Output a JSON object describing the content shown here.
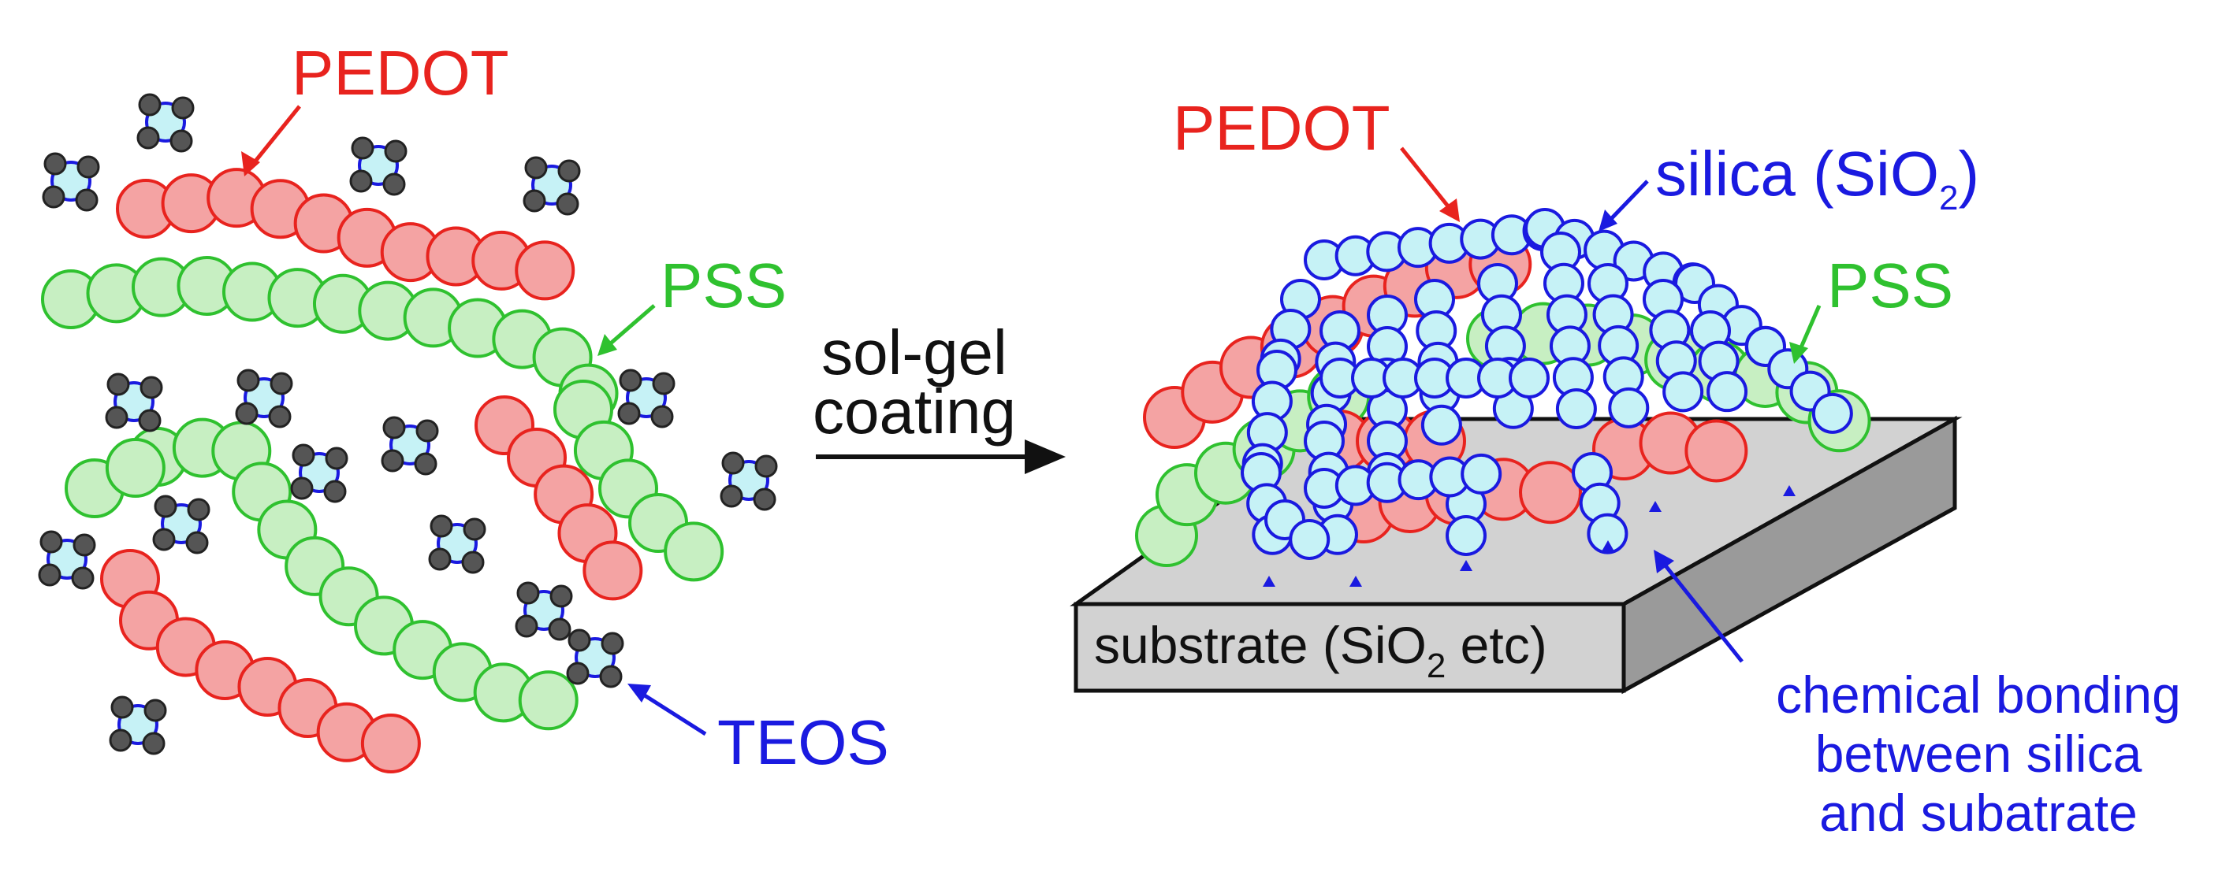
{
  "colors": {
    "pedot": "#e8231e",
    "pedot_fill": "#f4a3a3",
    "pss": "#2fc12f",
    "pss_fill": "#c7efc2",
    "silica": "#1a1ae0",
    "silica_fill": "#c6f2f6",
    "teos_dot": "#555555",
    "text_black": "#111111",
    "substrate_top": "#d2d2d2",
    "substrate_side": "#9a9a9a"
  },
  "left": {
    "pedot_label": "PEDOT",
    "pss_label": "PSS",
    "teos_label": "TEOS"
  },
  "arrow": {
    "line1": "sol-gel",
    "line2": "coating"
  },
  "right": {
    "pedot_label": "PEDOT",
    "silica_label": "silica (SiO",
    "silica_sub": "2",
    "silica_close": ")",
    "pss_label": "PSS",
    "substrate_label": "substrate (SiO",
    "substrate_sub": "2",
    "substrate_tail": " etc)",
    "bonding_line1": "chemical bonding",
    "bonding_line2": "between silica",
    "bonding_line3": "and subatrate"
  }
}
